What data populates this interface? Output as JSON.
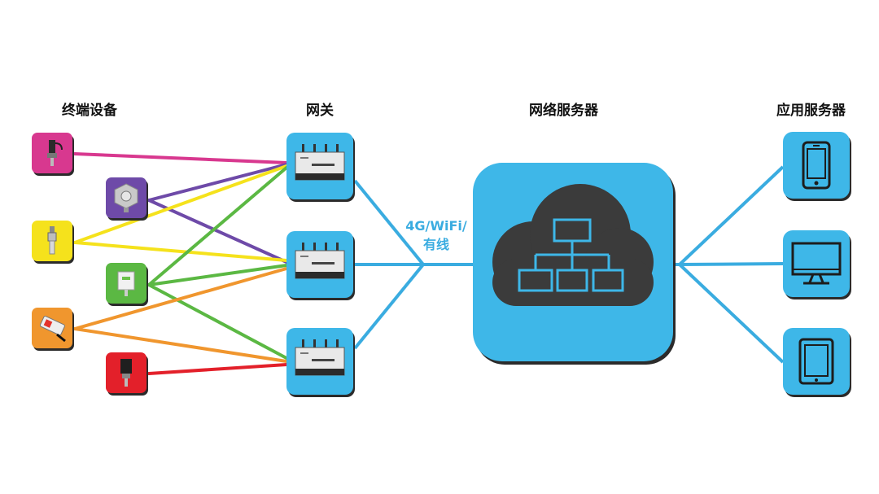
{
  "columns": {
    "devices": "终端设备",
    "gateway": "网关",
    "network_server": "网络服务器",
    "app_server": "应用服务器"
  },
  "link_label_line1": "4G/WiFi/",
  "link_label_line2": "有线",
  "colors": {
    "tile_blue": "#3eb7e8",
    "line_blue": "#3aace0",
    "magenta": "#d8388f",
    "purple": "#6e4aa8",
    "yellow": "#f5e21c",
    "green": "#5bb843",
    "orange": "#f0962e",
    "red": "#e3202a"
  },
  "devices": [
    {
      "name": "pressure-sensor",
      "color": "#d8388f"
    },
    {
      "name": "gas-detector",
      "color": "#6e4aa8"
    },
    {
      "name": "temperature-probe",
      "color": "#f5e21c"
    },
    {
      "name": "humidity-sensor",
      "color": "#5bb843"
    },
    {
      "name": "tilt-sensor",
      "color": "#f0962e"
    },
    {
      "name": "pressure-transmitter",
      "color": "#e3202a"
    }
  ],
  "app_devices": [
    "smartphone-icon",
    "monitor-icon",
    "tablet-icon"
  ]
}
